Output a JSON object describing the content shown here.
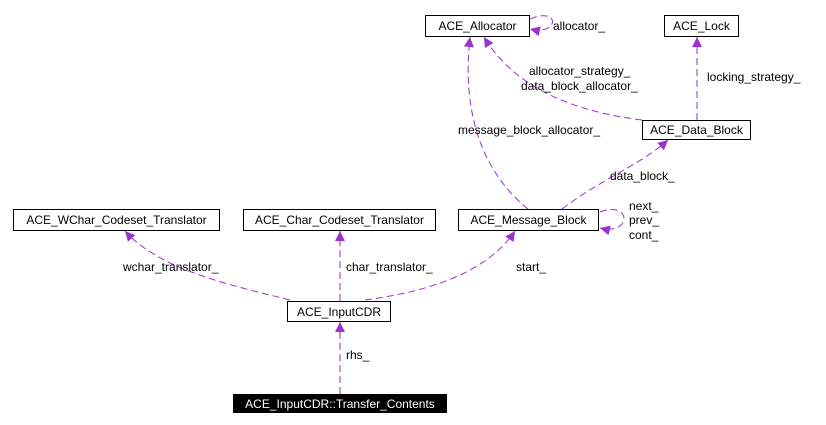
{
  "diagram": {
    "edge_color": "#9a32cd",
    "nodes": {
      "allocator": "ACE_Allocator",
      "lock": "ACE_Lock",
      "data_block": "ACE_Data_Block",
      "wchar_translator": "ACE_WChar_Codeset_Translator",
      "char_translator": "ACE_Char_Codeset_Translator",
      "message_block": "ACE_Message_Block",
      "input_cdr": "ACE_InputCDR",
      "transfer_contents": "ACE_InputCDR::Transfer_Contents"
    },
    "edge_labels": {
      "allocator_self": "allocator_",
      "allocator_strategy": "allocator_strategy_",
      "data_block_allocator": "data_block_allocator_",
      "locking_strategy": "locking_strategy_",
      "message_block_allocator": "message_block_allocator_",
      "data_block": "data_block_",
      "next": "next_",
      "prev": "prev_",
      "cont": "cont_",
      "wchar_translator": "wchar_translator_",
      "char_translator": "char_translator_",
      "start": "start_",
      "rhs": "rhs_"
    }
  }
}
